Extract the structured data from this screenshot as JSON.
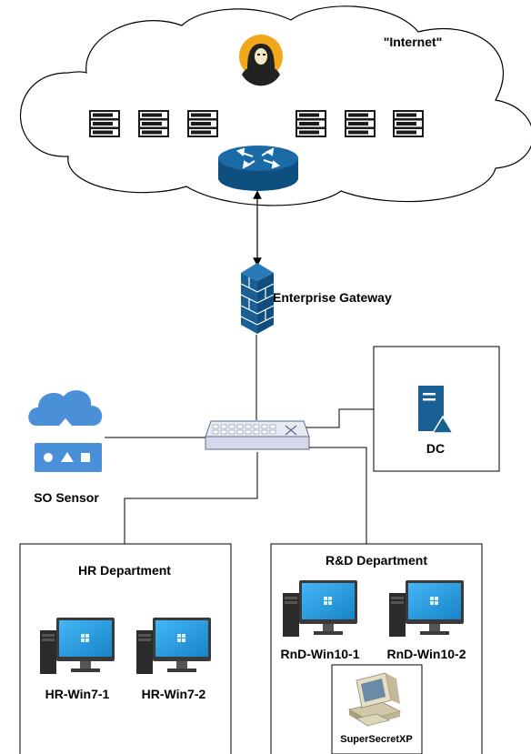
{
  "cloud": {
    "label": "\"Internet\""
  },
  "gateway": {
    "label": "Enterprise Gateway"
  },
  "sensor": {
    "label": "SO Sensor"
  },
  "dc": {
    "label": "DC"
  },
  "hr": {
    "title": "HR Department",
    "hosts": [
      "HR-Win7-1",
      "HR-Win7-2"
    ]
  },
  "rnd": {
    "title": "R&D Department",
    "hosts": [
      "RnD-Win10-1",
      "RnD-Win10-2"
    ],
    "legacy_host": "SuperSecretXP"
  },
  "icons": {
    "attacker": "hacker-avatar-icon",
    "server": "server-rack-icon",
    "router": "router-icon",
    "firewall": "firewall-icon",
    "switch": "network-switch-icon",
    "sensor": "cloud-upload-sensor-icon",
    "dc": "domain-controller-server-icon",
    "workstation": "desktop-computer-icon",
    "legacy": "retro-computer-icon"
  },
  "colors": {
    "icon_blue": "#1a5f93",
    "sensor_blue": "#4a90d9",
    "attacker_orange": "#f2a71b",
    "server_black": "#1a1a1a"
  }
}
